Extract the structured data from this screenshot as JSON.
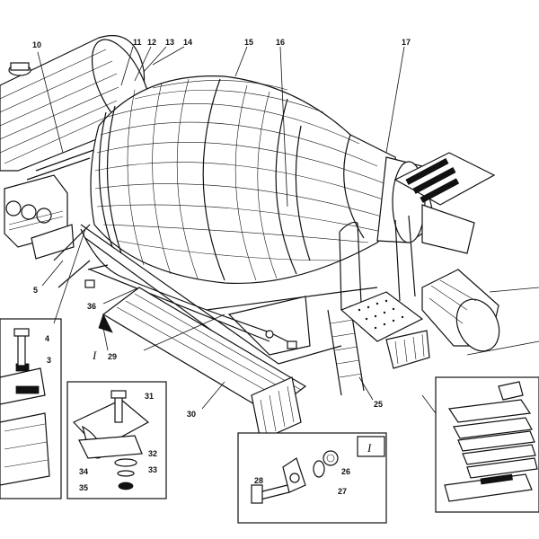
{
  "callouts": {
    "c3": "3",
    "c4": "4",
    "c5": "5",
    "c10": "10",
    "c11": "11",
    "c12": "12",
    "c13": "13",
    "c14": "14",
    "c15": "15",
    "c16": "16",
    "c17": "17",
    "c25": "25",
    "c26": "26",
    "c27": "27",
    "c28": "28",
    "c29": "29",
    "c30": "30",
    "c31": "31",
    "c32": "32",
    "c33": "33",
    "c34": "34",
    "c35": "35",
    "c36": "36"
  },
  "view_marker": "I",
  "inset_title": "I",
  "colors": {
    "ink": "#111111",
    "paper": "#ffffff"
  }
}
